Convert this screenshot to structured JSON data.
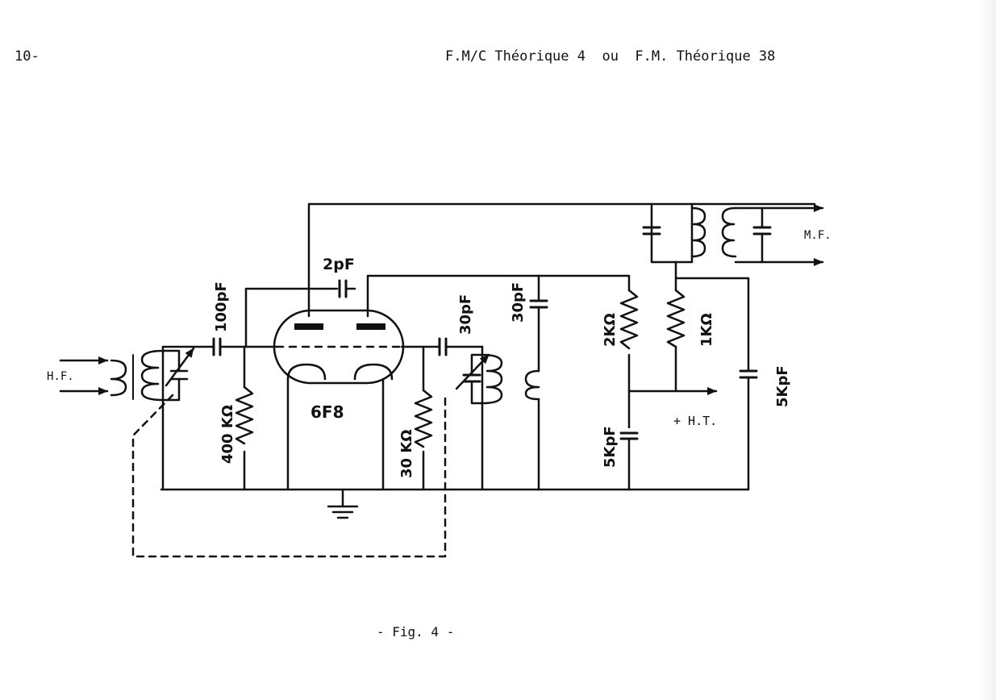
{
  "page": {
    "number": "10-",
    "header": "F.M/C Théorique 4  ou  F.M. Théorique 38",
    "caption": "- Fig. 4 -"
  },
  "diagram": {
    "input_label": "H.F.",
    "output_label": "M.F.",
    "ht_label": "+ H.T.",
    "tube_label": "6F8",
    "components": {
      "c_100pf": "100pF",
      "c_2pf": "2pF",
      "c_30pf_a": "30pF",
      "c_30pf_b": "30pF",
      "r_400k": "400 KΩ",
      "r_30k": "30 KΩ",
      "r_2k": "2KΩ",
      "r_1k": "1KΩ",
      "c_5kpf_a": "5KpF",
      "c_5kpf_b": "5KpF"
    }
  }
}
